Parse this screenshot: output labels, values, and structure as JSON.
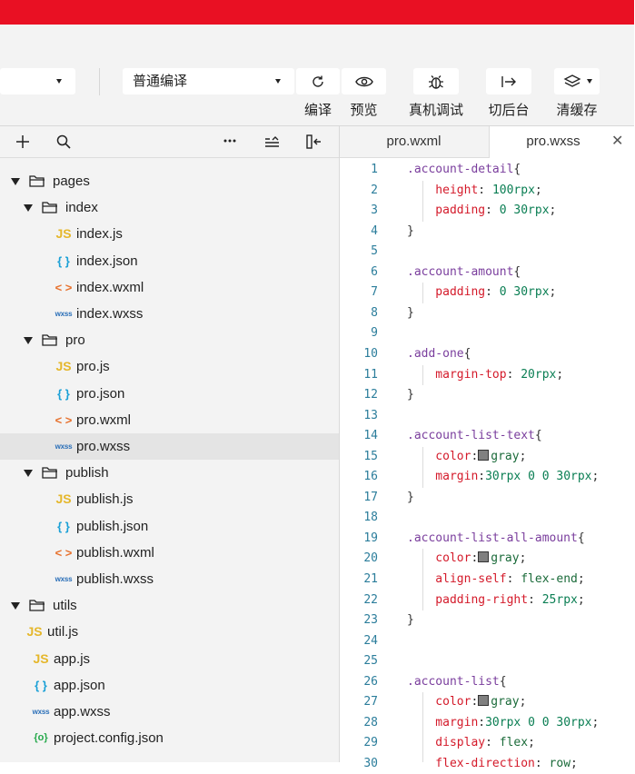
{
  "toolbar": {
    "mode_value": "",
    "compile_mode_value": "普通编译",
    "buttons": [
      {
        "label": "编译",
        "icon": "refresh-icon"
      },
      {
        "label": "预览",
        "icon": "eye-icon"
      },
      {
        "label": "真机调试",
        "icon": "bug-icon"
      },
      {
        "label": "切后台",
        "icon": "switch-background-icon"
      },
      {
        "label": "清缓存",
        "icon": "layers-icon"
      }
    ]
  },
  "explorer": {
    "header_icons": [
      "add-icon",
      "search-icon",
      "more-icon",
      "collapse-icon",
      "split-icon"
    ],
    "tree": [
      {
        "name": "pages",
        "type": "folder",
        "depth": 0
      },
      {
        "name": "index",
        "type": "folder",
        "depth": 1
      },
      {
        "name": "index.js",
        "type": "js",
        "depth": 2
      },
      {
        "name": "index.json",
        "type": "json",
        "depth": 2
      },
      {
        "name": "index.wxml",
        "type": "wxml",
        "depth": 2
      },
      {
        "name": "index.wxss",
        "type": "wxss",
        "depth": 2
      },
      {
        "name": "pro",
        "type": "folder",
        "depth": 1
      },
      {
        "name": "pro.js",
        "type": "js",
        "depth": 2
      },
      {
        "name": "pro.json",
        "type": "json",
        "depth": 2
      },
      {
        "name": "pro.wxml",
        "type": "wxml",
        "depth": 2
      },
      {
        "name": "pro.wxss",
        "type": "wxss",
        "depth": 2,
        "selected": true
      },
      {
        "name": "publish",
        "type": "folder",
        "depth": 1
      },
      {
        "name": "publish.js",
        "type": "js",
        "depth": 2
      },
      {
        "name": "publish.json",
        "type": "json",
        "depth": 2
      },
      {
        "name": "publish.wxml",
        "type": "wxml",
        "depth": 2
      },
      {
        "name": "publish.wxss",
        "type": "wxss",
        "depth": 2
      },
      {
        "name": "utils",
        "type": "folder",
        "depth": 0
      },
      {
        "name": "util.js",
        "type": "js",
        "depth": 1
      },
      {
        "name": "app.js",
        "type": "js",
        "depth": 0.3
      },
      {
        "name": "app.json",
        "type": "json",
        "depth": 0.3
      },
      {
        "name": "app.wxss",
        "type": "wxss",
        "depth": 0.3
      },
      {
        "name": "project.config.json",
        "type": "cfg",
        "depth": 0.3
      }
    ],
    "icon_glyphs": {
      "js": "JS",
      "json": "{ }",
      "wxml": "< >",
      "wxss": "wxss",
      "cfg": "{o}"
    }
  },
  "editor": {
    "tabs": [
      {
        "label": "pro.wxml",
        "active": false
      },
      {
        "label": "pro.wxss",
        "active": true
      }
    ],
    "close_glyph": "✕",
    "lines": [
      {
        "n": "1",
        "t": [
          [
            "sel-c",
            ".account-detail"
          ],
          [
            "pun",
            "{"
          ]
        ]
      },
      {
        "n": "2",
        "t": [
          [
            "prop",
            "    height"
          ],
          [
            "pun",
            ": "
          ],
          [
            "num",
            "100rpx"
          ],
          [
            "pun",
            ";"
          ]
        ]
      },
      {
        "n": "3",
        "t": [
          [
            "prop",
            "    padding"
          ],
          [
            "pun",
            ": "
          ],
          [
            "num",
            "0 30rpx"
          ],
          [
            "pun",
            ";"
          ]
        ]
      },
      {
        "n": "4",
        "t": [
          [
            "pun",
            "}"
          ]
        ]
      },
      {
        "n": "5",
        "t": []
      },
      {
        "n": "6",
        "t": [
          [
            "sel-c",
            ".account-amount"
          ],
          [
            "pun",
            "{"
          ]
        ]
      },
      {
        "n": "7",
        "t": [
          [
            "prop",
            "    padding"
          ],
          [
            "pun",
            ": "
          ],
          [
            "num",
            "0 30rpx"
          ],
          [
            "pun",
            ";"
          ]
        ]
      },
      {
        "n": "8",
        "t": [
          [
            "pun",
            "}"
          ]
        ]
      },
      {
        "n": "9",
        "t": []
      },
      {
        "n": "10",
        "t": [
          [
            "sel-c",
            ".add-one"
          ],
          [
            "pun",
            "{"
          ]
        ]
      },
      {
        "n": "11",
        "t": [
          [
            "prop",
            "    margin-top"
          ],
          [
            "pun",
            ": "
          ],
          [
            "num",
            "20rpx"
          ],
          [
            "pun",
            ";"
          ]
        ]
      },
      {
        "n": "12",
        "t": [
          [
            "pun",
            "}"
          ]
        ]
      },
      {
        "n": "13",
        "t": []
      },
      {
        "n": "14",
        "t": [
          [
            "sel-c",
            ".account-list-text"
          ],
          [
            "pun",
            "{"
          ]
        ]
      },
      {
        "n": "15",
        "t": [
          [
            "prop",
            "    color"
          ],
          [
            "pun",
            ":"
          ],
          [
            "swatch",
            ""
          ],
          [
            "val",
            "gray"
          ],
          [
            "pun",
            ";"
          ]
        ]
      },
      {
        "n": "16",
        "t": [
          [
            "prop",
            "    margin"
          ],
          [
            "pun",
            ":"
          ],
          [
            "num",
            "30rpx 0 0 30rpx"
          ],
          [
            "pun",
            ";"
          ]
        ]
      },
      {
        "n": "17",
        "t": [
          [
            "pun",
            "}"
          ]
        ]
      },
      {
        "n": "18",
        "t": []
      },
      {
        "n": "19",
        "t": [
          [
            "sel-c",
            ".account-list-all-amount"
          ],
          [
            "pun",
            "{"
          ]
        ]
      },
      {
        "n": "20",
        "t": [
          [
            "prop",
            "    color"
          ],
          [
            "pun",
            ":"
          ],
          [
            "swatch",
            ""
          ],
          [
            "val",
            "gray"
          ],
          [
            "pun",
            ";"
          ]
        ]
      },
      {
        "n": "21",
        "t": [
          [
            "prop",
            "    align-self"
          ],
          [
            "pun",
            ": "
          ],
          [
            "val",
            "flex-end"
          ],
          [
            "pun",
            ";"
          ]
        ]
      },
      {
        "n": "22",
        "t": [
          [
            "prop",
            "    padding-right"
          ],
          [
            "pun",
            ": "
          ],
          [
            "num",
            "25rpx"
          ],
          [
            "pun",
            ";"
          ]
        ]
      },
      {
        "n": "23",
        "t": [
          [
            "pun",
            "}"
          ]
        ]
      },
      {
        "n": "24",
        "t": []
      },
      {
        "n": "25",
        "t": []
      },
      {
        "n": "26",
        "t": [
          [
            "sel-c",
            ".account-list"
          ],
          [
            "pun",
            "{"
          ]
        ]
      },
      {
        "n": "27",
        "t": [
          [
            "prop",
            "    color"
          ],
          [
            "pun",
            ":"
          ],
          [
            "swatch",
            ""
          ],
          [
            "val",
            "gray"
          ],
          [
            "pun",
            ";"
          ]
        ]
      },
      {
        "n": "28",
        "t": [
          [
            "prop",
            "    margin"
          ],
          [
            "pun",
            ":"
          ],
          [
            "num",
            "30rpx 0 0 30rpx"
          ],
          [
            "pun",
            ";"
          ]
        ]
      },
      {
        "n": "29",
        "t": [
          [
            "prop",
            "    display"
          ],
          [
            "pun",
            ": "
          ],
          [
            "val",
            "flex"
          ],
          [
            "pun",
            ";"
          ]
        ]
      },
      {
        "n": "30",
        "t": [
          [
            "prop",
            "    flex-direction"
          ],
          [
            "pun",
            ": "
          ],
          [
            "val",
            "row"
          ],
          [
            "pun",
            ";"
          ]
        ]
      }
    ]
  },
  "colors": {
    "topbar": "#e91023",
    "toolbar_bg": "#f3f3f3"
  }
}
